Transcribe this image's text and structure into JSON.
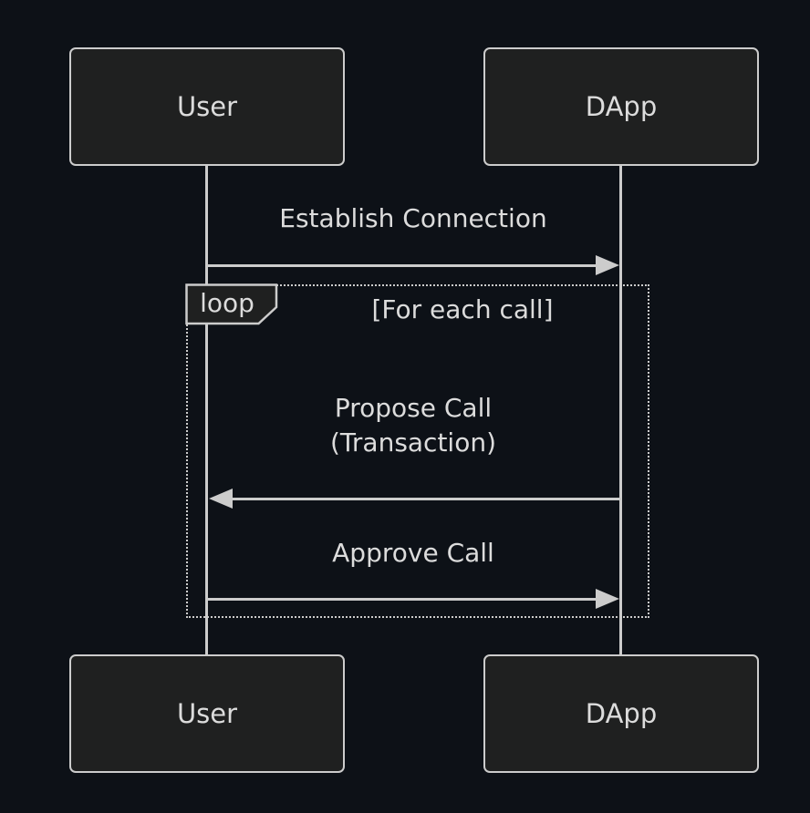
{
  "colors": {
    "background": "#0d1117",
    "actor_fill": "#1f2020",
    "stroke": "#cccccc",
    "text": "#dcdcdc"
  },
  "diagram": {
    "type": "sequence",
    "actors": [
      {
        "label": "User"
      },
      {
        "label": "DApp"
      }
    ],
    "messages": [
      {
        "from": "User",
        "to": "DApp",
        "label": "Establish Connection"
      },
      {
        "from": "DApp",
        "to": "User",
        "line1": "Propose Call",
        "line2": "(Transaction)"
      },
      {
        "from": "User",
        "to": "DApp",
        "label": "Approve Call"
      }
    ],
    "loop": {
      "label": "loop",
      "condition": "[For each call]"
    }
  }
}
